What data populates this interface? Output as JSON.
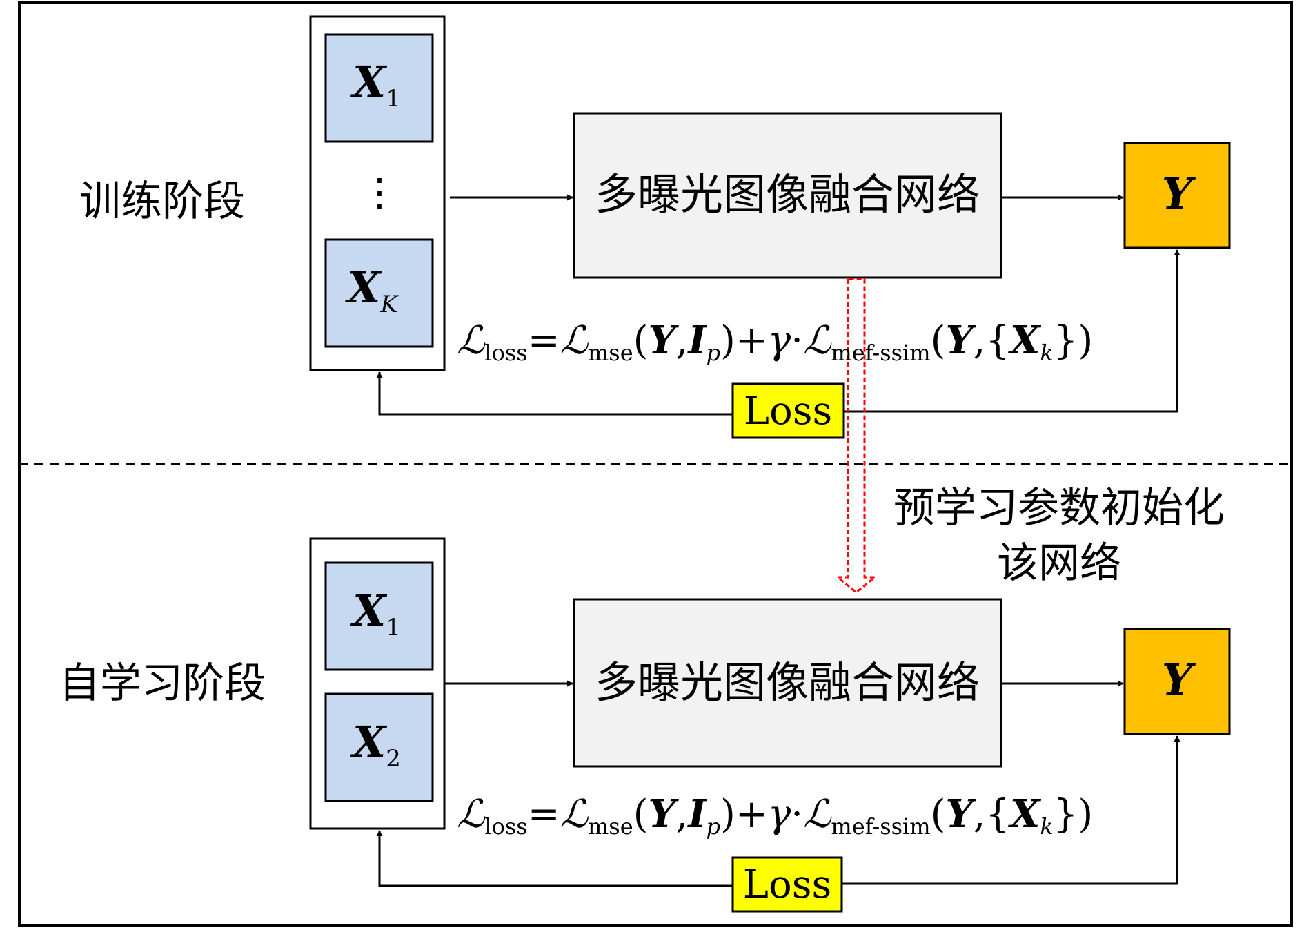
{
  "training": {
    "stage_label": "训练阶段",
    "network_label": "多曝光图像融合网络",
    "inputs": {
      "first": {
        "base": "X",
        "sub": "1"
      },
      "ellipsis": "⋮",
      "last": {
        "base": "X",
        "sub": "K"
      }
    },
    "output": "Y",
    "loss_label": "Loss",
    "formula": {
      "L": "ℒ",
      "loss_sub": "loss",
      "eq": "=",
      "mse_sub": "mse",
      "lp": "(",
      "Y": "Y",
      "comma": ",",
      "I": "I",
      "p_sub": "p",
      "rp": ")",
      "plus": "+",
      "gamma": "γ",
      "dot": "·",
      "mef_sub": "mef-ssim",
      "lbrace": "{",
      "X": "X",
      "k_sub": "k",
      "rbrace": "}"
    }
  },
  "transfer": {
    "line1": "预学习参数初始化",
    "line2": "该网络"
  },
  "self_learning": {
    "stage_label": "自学习阶段",
    "network_label": "多曝光图像融合网络",
    "inputs": {
      "first": {
        "base": "X",
        "sub": "1"
      },
      "second": {
        "base": "X",
        "sub": "2"
      }
    },
    "output": "Y",
    "loss_label": "Loss",
    "formula": {
      "L": "ℒ",
      "loss_sub": "loss",
      "eq": "=",
      "mse_sub": "mse",
      "lp": "(",
      "Y": "Y",
      "comma": ",",
      "I": "I",
      "p_sub": "p",
      "rp": ")",
      "plus": "+",
      "gamma": "γ",
      "dot": "·",
      "mef_sub": "mef-ssim",
      "lbrace": "{",
      "X": "X",
      "k_sub": "k",
      "rbrace": "}"
    }
  },
  "colors": {
    "input_fill": "#c6d9f1",
    "network_fill": "#f2f2f2",
    "output_fill": "#ffc000",
    "loss_fill": "#ffff00",
    "transfer_arrow": "#ff0000",
    "line": "#000000"
  }
}
